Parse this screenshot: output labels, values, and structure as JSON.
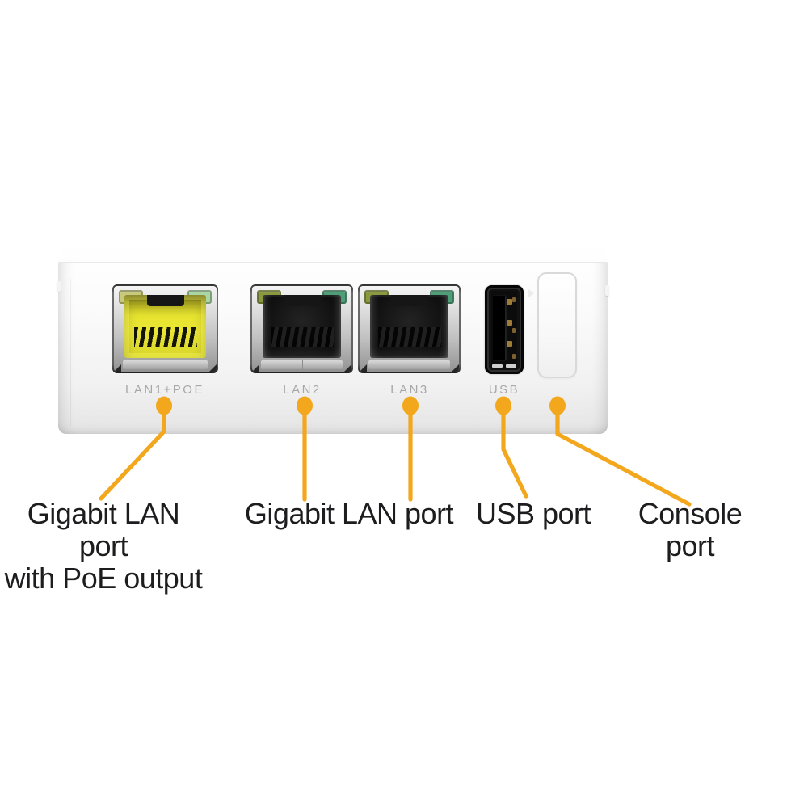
{
  "image": {
    "description": "Rear I/O panel of a white network access point with annotated ports",
    "background": "#ffffff"
  },
  "device": {
    "ports": [
      {
        "id": "lan1-poe",
        "label": "LAN1+POE",
        "type": "rj45-gigabit-poe",
        "jack_color": "#e8e432",
        "led_left": "#c9c97c",
        "led_right": "#a9d6a3"
      },
      {
        "id": "lan2",
        "label": "LAN2",
        "type": "rj45-gigabit",
        "jack_color": "#141414",
        "led_left": "#8a993d",
        "led_right": "#4d9d77"
      },
      {
        "id": "lan3",
        "label": "LAN3",
        "type": "rj45-gigabit",
        "jack_color": "#141414",
        "led_left": "#8a993d",
        "led_right": "#4d9d77"
      },
      {
        "id": "usb",
        "label": "USB",
        "type": "usb-a"
      },
      {
        "id": "console",
        "label": "",
        "type": "covered-console-port"
      }
    ]
  },
  "callouts": [
    {
      "target": "lan1-poe",
      "label_line1": "Gigabit LAN port",
      "label_line2": "with PoE output"
    },
    {
      "target": "lan2-lan3",
      "label_line1": "Gigabit LAN port",
      "label_line2": ""
    },
    {
      "target": "usb",
      "label_line1": "USB port",
      "label_line2": ""
    },
    {
      "target": "console",
      "label_line1": "Console",
      "label_line2": "port"
    }
  ],
  "colors": {
    "accent": "#F2A71D",
    "silkscreen_gray": "#a8a8a8",
    "caption_text": "#1d1d1f",
    "poe_jack_yellow": "#e8e432"
  }
}
